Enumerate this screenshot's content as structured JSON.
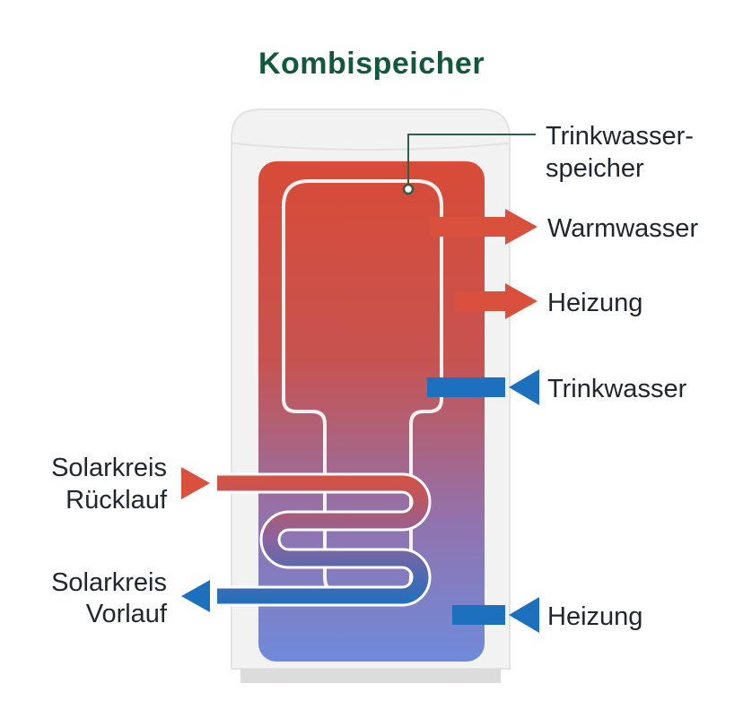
{
  "title": {
    "text": "Kombispeicher"
  },
  "labels": {
    "tank_inner": {
      "line1": "Trinkwasser-",
      "line2": "speicher"
    },
    "warm_water": "Warmwasser",
    "heating_out": "Heizung",
    "drinking_water": "Trinkwasser",
    "heating_in": "Heizung",
    "solar_return": {
      "line1": "Solarkreis",
      "line2": "Rücklauf"
    },
    "solar_flow": {
      "line1": "Solarkreis",
      "line2": "Vorlauf"
    }
  },
  "colors": {
    "title_green": "#14583c",
    "label_dark": "#20262e",
    "hot_red": "#d9503c",
    "cold_blue": "#1d70bd",
    "tank_body": "#f2f2f2",
    "tank_outline": "#e3e3e3",
    "tank_base": "#dcdcdc",
    "inner_outline": "#f7f2f0",
    "connector_green": "#2f5d4a",
    "gradient_top": "#d84b37",
    "gradient_upper_mid": "#c75350",
    "gradient_lower_mid": "#9173ae",
    "gradient_bottom": "#6f8ada",
    "coil_top": "#d9503c",
    "coil_mid": "#8b63a0",
    "coil_bottom": "#1d70bd"
  }
}
